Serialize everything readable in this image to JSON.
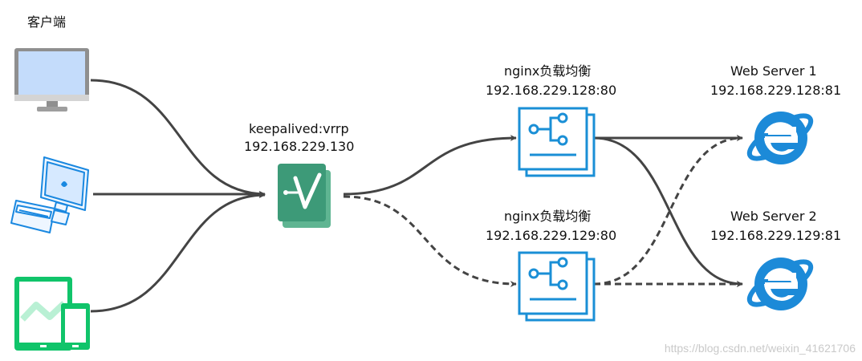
{
  "client_label": "客户端",
  "keepalived": {
    "name": "keepalived:vrrp",
    "ip": "192.168.229.130"
  },
  "nginx": [
    {
      "name": "nginx负载均衡",
      "addr": "192.168.229.128:80"
    },
    {
      "name": "nginx负载均衡",
      "addr": "192.168.229.129:80"
    }
  ],
  "servers": [
    {
      "name": "Web Server 1",
      "addr": "192.168.229.128:81"
    },
    {
      "name": "Web Server 2",
      "addr": "192.168.229.129:81"
    }
  ],
  "watermark": "https://blog.csdn.net/weixin_41621706",
  "colors": {
    "line": "#444444",
    "keepalived_green": "#3d9a78",
    "nginx_blue": "#1a8fd6",
    "ie_blue": "#1c8ad8",
    "tablet_green": "#10c46a",
    "monitor_screen": "#c4dcfb"
  },
  "icons": {
    "client_1": "desktop-monitor-icon",
    "client_2": "computer-workstation-icon",
    "client_3": "tablet-phone-icon",
    "keepalived": "keepalived-icon",
    "nginx": "load-balancer-icon",
    "server": "internet-explorer-icon"
  }
}
